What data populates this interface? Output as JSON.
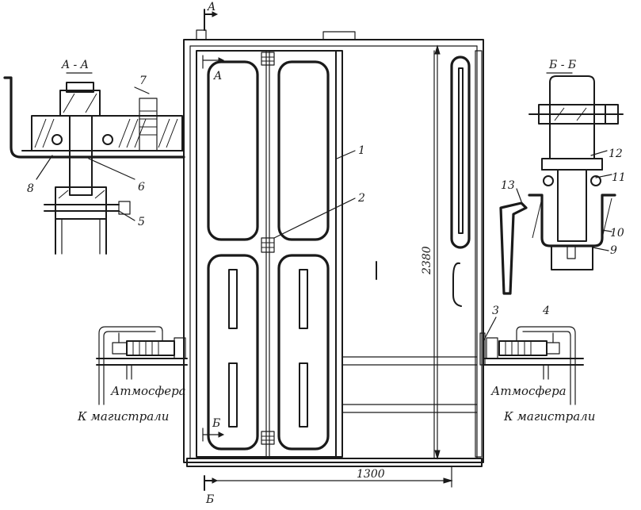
{
  "labels": {
    "section_aa_title": "A - A",
    "section_bb_title": "Б - Б",
    "cut_top_a": "A",
    "cut_inner_a": "A",
    "cut_bottom_b": "Б",
    "cut_inner_b": "Б",
    "part_1": "1",
    "part_2": "2",
    "part_3": "3",
    "part_4": "4",
    "part_5": "5",
    "part_6": "6",
    "part_7": "7",
    "part_8": "8",
    "part_9": "9",
    "part_10": "10",
    "part_11": "11",
    "part_12": "12",
    "part_13": "13",
    "door_mark": "I",
    "dim_height": "2380",
    "dim_width": "1300",
    "atmosphere_left": "Атмосфера",
    "atmosphere_right": "Атмосфера",
    "to_main_left": "К магистрали",
    "to_main_right": "К магистрали"
  }
}
